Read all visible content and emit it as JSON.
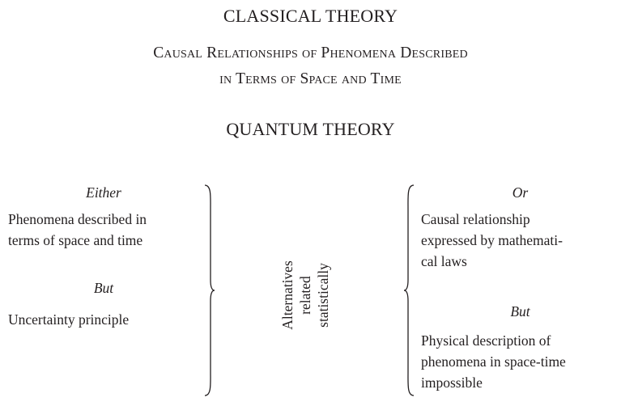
{
  "classical": {
    "title": "CLASSICAL THEORY",
    "subtitle_line_1": "Causal Relationships of Phenomena Described",
    "subtitle_line_2": "in Terms of Space and Time"
  },
  "quantum": {
    "title": "QUANTUM THEORY",
    "left": {
      "heading": "Either",
      "lines": [
        "Phenomena described in",
        "terms of space and time"
      ],
      "connector": "But",
      "statement": "Uncertainty principle"
    },
    "middle": {
      "lines": [
        "Alternatives",
        "related",
        "statistically"
      ]
    },
    "right": {
      "heading": "Or",
      "lines": [
        "Causal relationship",
        "expressed by mathemati-",
        "cal laws"
      ],
      "connector": "But",
      "statement_lines": [
        "Physical description of",
        "phenomena in space-time",
        "impossible"
      ]
    }
  }
}
